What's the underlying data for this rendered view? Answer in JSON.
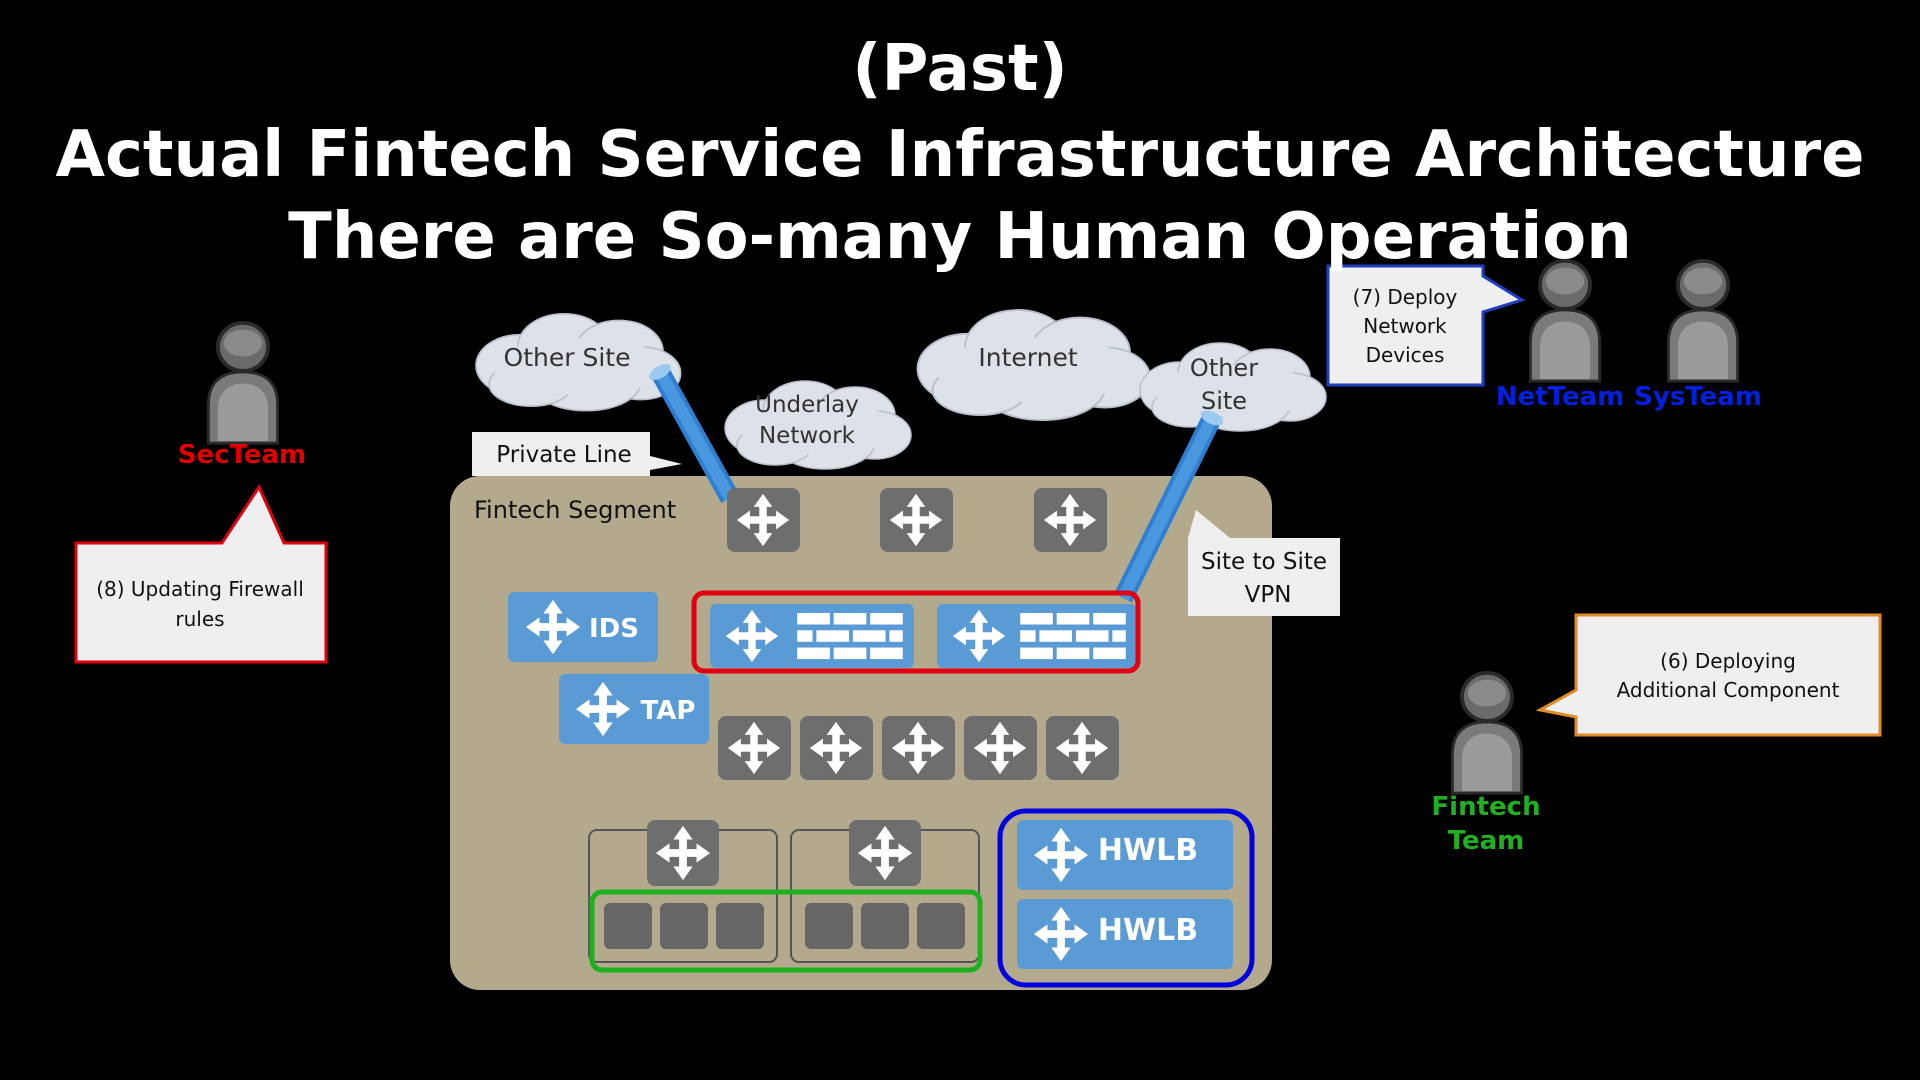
{
  "slide": {
    "title_line1": "(Past)",
    "title_line2": "Actual Fintech Service Infrastructure Architecture",
    "title_line3": "There are So-many Human Operation"
  },
  "clouds": {
    "other_site_left": "Other Site",
    "underlay_line1": "Underlay",
    "underlay_line2": "Network",
    "internet": "Internet",
    "other_site_right_line1": "Other",
    "other_site_right_line2": "Site"
  },
  "labels": {
    "private_line": "Private Line",
    "site_to_site_line1": "Site to Site",
    "site_to_site_line2": "VPN",
    "fintech_segment": "Fintech Segment",
    "ids": "IDS",
    "tap": "TAP",
    "hwlb_top": "HWLB",
    "hwlb_bottom": "HWLB"
  },
  "teams": {
    "sec": "SecTeam",
    "net": "NetTeam",
    "sys": "SysTeam",
    "fintech_line1": "Fintech",
    "fintech_line2": "Team"
  },
  "callouts": {
    "sec_line1": "(8)  Updating Firewall",
    "sec_line2": "rules",
    "net_line1": "(7) Deploy",
    "net_line2": "Network",
    "net_line3": "Devices",
    "fintech_line1": "(6) Deploying",
    "fintech_line2": "Additional Component"
  },
  "colors": {
    "segment": "#b3aa8e",
    "blue_device": "#5b9bd5",
    "gray_device": "#6e6e6e",
    "firewall_group_border": "#e0000f",
    "lb_group_border": "#0000e0",
    "server_group_border": "#1fb01f",
    "sec_team": "#e00000",
    "net_team": "#0020e0",
    "sys_team": "#0020e0",
    "fintech_team": "#20b020",
    "callout_fill": "#efefef"
  },
  "icons": {
    "router": "four-way-arrow-icon",
    "firewall": "brick-wall-icon",
    "person": "person-silhouette-icon",
    "cloud": "cloud-icon"
  }
}
